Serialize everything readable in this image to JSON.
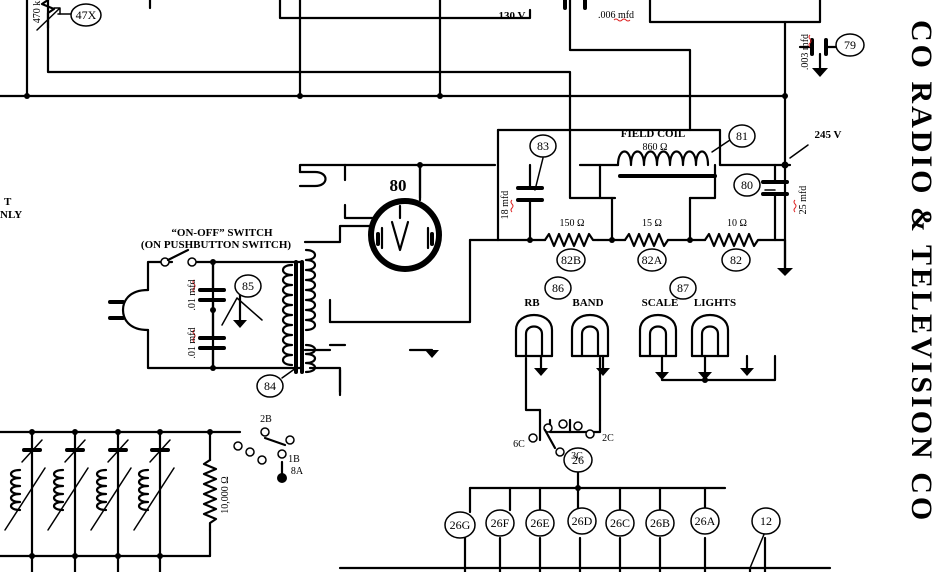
{
  "banner": "CO RADIO & TELEVISION CO",
  "labels": {
    "field_coil": "FIELD COIL",
    "field_coil_ohms": "860 Ω",
    "v245": "245 V",
    "v130": "130 V",
    "c006": ".006 mfd",
    "c003": ".003 mfd",
    "tube80": "80",
    "c18": "18 mfd",
    "c25": "25 mfd",
    "r150": "150 Ω",
    "r15": "15 Ω",
    "r10": "10 Ω",
    "on_off": "“ON-OFF” SWITCH",
    "on_push": "(ON PUSHBUTTON SWITCH)",
    "c01a": ".01 mfd",
    "c01b": ".01 mfd",
    "rb": "RB",
    "band": "BAND",
    "scale": "SCALE",
    "lights": "LIGHTS",
    "r10000": "10,000 Ω",
    "r470k": "470 k",
    "side_t": "T",
    "side_nly": "NLY",
    "sw2b": "2B",
    "sw1b": "1B",
    "sw8a": "8A",
    "sw6c": "6C",
    "sw2c": "2C",
    "sw3c": "3C"
  },
  "parts": {
    "p47x": "47X",
    "p79": "79",
    "p81": "81",
    "p83": "83",
    "p80": "80",
    "p82b": "82B",
    "p82a": "82A",
    "p82": "82",
    "p85": "85",
    "p84": "84",
    "p86": "86",
    "p87": "87",
    "p26": "26",
    "p26g": "26G",
    "p26f": "26F",
    "p26e": "26E",
    "p26d": "26D",
    "p26c": "26C",
    "p26b": "26B",
    "p26a": "26A",
    "p12": "12"
  }
}
